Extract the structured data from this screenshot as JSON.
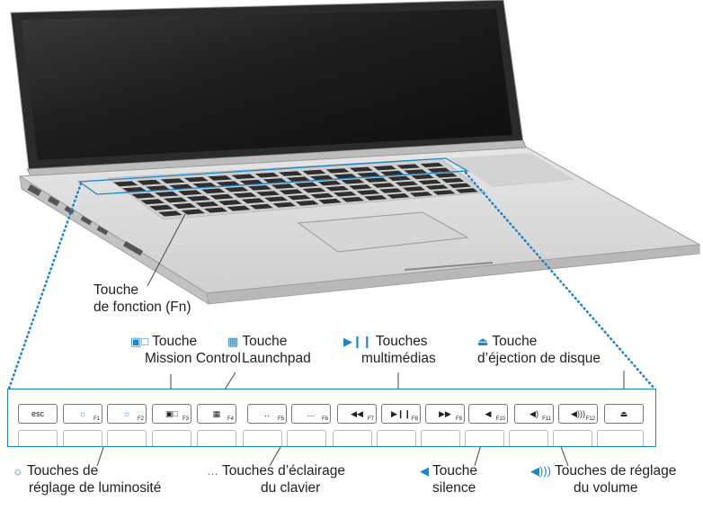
{
  "labels": {
    "fn_line1": "Touche",
    "fn_line2": "de fonction (Fn)",
    "mission_line1": "Touche",
    "mission_line2": "Mission Control",
    "launchpad_line1": "Touche",
    "launchpad_line2": "Launchpad",
    "multimedia_line1": "Touches",
    "multimedia_line2": "multimédias",
    "eject_line1": "Touche",
    "eject_line2": "d’éjection de disque",
    "brightness_line1": "Touches de",
    "brightness_line2": "réglage de luminosité",
    "kbdlight_line1": "Touches d’éclairage",
    "kbdlight_line2": "du clavier",
    "mute_line1": "Touche",
    "mute_line2": "silence",
    "volume_line1": "Touches de réglage",
    "volume_line2": "du volume"
  },
  "keys": {
    "esc": "esc",
    "f1": "F1",
    "f2": "F2",
    "f3": "F3",
    "f4": "F4",
    "f5": "F5",
    "f6": "F6",
    "f7": "F7",
    "f8": "F8",
    "f9": "F9",
    "f10": "F10",
    "f11": "F11",
    "f12": "F12"
  },
  "colors": {
    "accent": "#1a86c8",
    "laptop_body": "#d9d9d9",
    "screen": "#1a1a1a"
  },
  "icons": [
    "brightness-icon",
    "mission-control-icon",
    "launchpad-icon",
    "play-pause-icon",
    "eject-icon",
    "keyboard-light-icon",
    "mute-icon",
    "volume-icon"
  ]
}
